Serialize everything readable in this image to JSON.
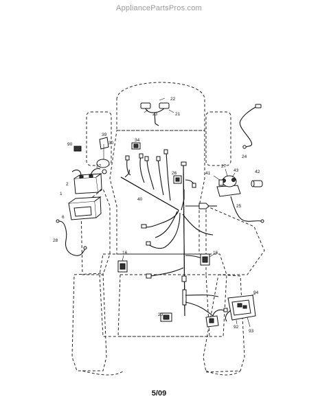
{
  "watermark": "AppliancePartsPros.com",
  "footer": {
    "revision": "5/09"
  },
  "callouts": {
    "c1": "1",
    "c2": "2",
    "c6": "6",
    "c16a": "16",
    "c16b": "16",
    "c20": "20",
    "c21": "21",
    "c22": "22",
    "c23": "23",
    "c24": "24",
    "c25": "25",
    "c26": "26",
    "c27a": "27",
    "c27b": "27",
    "c28": "28",
    "c30": "30",
    "c34": "34",
    "c39": "39",
    "c40": "40",
    "c41": "41",
    "c42": "42",
    "c43": "43",
    "c90": "90",
    "c92": "92",
    "c93": "93",
    "c94": "94"
  }
}
